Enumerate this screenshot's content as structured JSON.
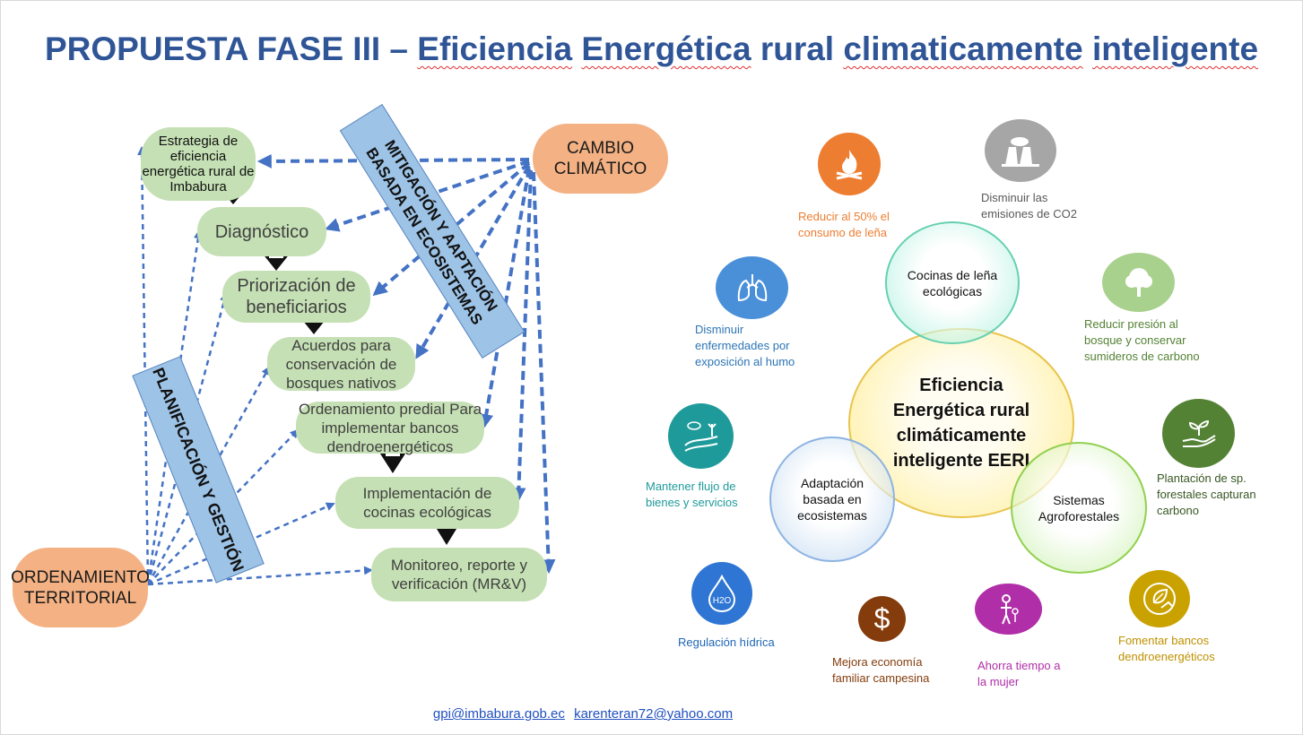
{
  "title": {
    "part1": "PROPUESTA FASE III – ",
    "w1": "Eficiencia",
    "w2": "Energética",
    "w3": "rural",
    "w4": "climaticamente",
    "w5": "inteligente"
  },
  "left": {
    "cambio": "CAMBIO CLIMÁTICO",
    "ordenamiento": "ORDENAMIENTO TERRITORIAL",
    "banner_mitigacion": "MITIGACIÓN Y AAPTACIÓN BASADA EN ECOSISTEMAS",
    "banner_planificacion": "PLANIFICACIÓN Y GESTIÓN",
    "steps": [
      "Estrategia de eficiencia energética rural de Imbabura",
      "Diagnóstico",
      "Priorización de beneficiarios",
      "Acuerdos para conservación de bosques nativos",
      "Ordenamiento predial Para implementar bancos dendroenergéticos",
      "Implementación de cocinas ecológicas",
      "Monitoreo, reporte y verificación (MR&V)"
    ]
  },
  "right": {
    "center": "Eficiencia Energética rural climáticamente inteligente  EERI",
    "cocinas": "Cocinas de leña ecológicas",
    "adaptacion": "Adaptación basada en ecosistemas",
    "sistemas": "Sistemas Agroforestales",
    "benefits": [
      {
        "icon": "fire-icon",
        "text": "Reducir al 50% el consumo de leña",
        "color": "#ed7d31"
      },
      {
        "icon": "factory-icon",
        "text": "Disminuir  las emisiones de CO2",
        "color": "#808080"
      },
      {
        "icon": "lungs-icon",
        "text": "Disminuir enfermedades por exposición al humo",
        "color": "#2e75b6"
      },
      {
        "icon": "tree-icon",
        "text": "Reducir presión al bosque y conservar sumideros de carbono",
        "color": "#548235"
      },
      {
        "icon": "landscape-icon",
        "text": "Mantener flujo de bienes y servicios",
        "color": "#1f9a9a"
      },
      {
        "icon": "seedling-hand-icon",
        "text": "Plantación de sp. forestales capturan carbono",
        "color": "#385723"
      },
      {
        "icon": "water-drop-icon",
        "text": "Regulación hídrica",
        "color": "#1f66b5"
      },
      {
        "icon": "dollar-icon",
        "text": "Mejora economía familiar campesina",
        "color": "#843c0c"
      },
      {
        "icon": "woman-child-icon",
        "text": "Ahorra tiempo a la mujer",
        "color": "#b02ea8"
      },
      {
        "icon": "leaf-hand-icon",
        "text": "Fomentar bancos dendroenergéticos",
        "color": "#bf9000"
      }
    ],
    "h2o": "H2O",
    "dollar": "$"
  },
  "footer": {
    "email1": "gpi@imbabura.gob.ec",
    "email2": "karenteran72@yahoo.com"
  }
}
